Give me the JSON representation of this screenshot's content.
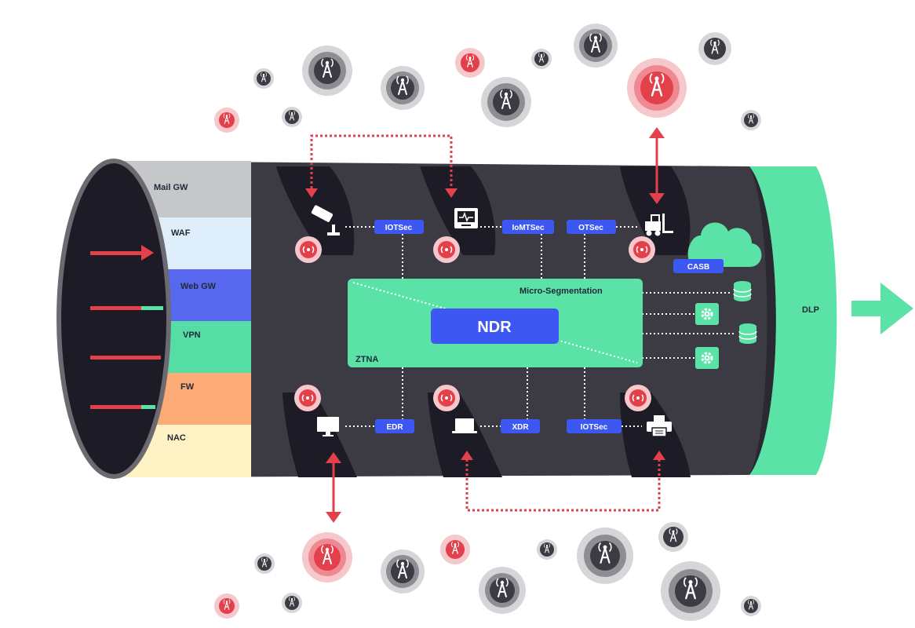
{
  "layers": [
    {
      "label": "Mail GW",
      "color": "#c6c7c9"
    },
    {
      "label": "WAF",
      "color": "#deeefb"
    },
    {
      "label": "Web GW",
      "color": "#5868ee"
    },
    {
      "label": "VPN",
      "color": "#56dda6"
    },
    {
      "label": "FW",
      "color": "#fdab76"
    },
    {
      "label": "NAC",
      "color": "#fff2c4"
    }
  ],
  "core": {
    "title": "NDR",
    "segmentation_label": "Micro-Segmentation",
    "ztna_label": "ZTNA"
  },
  "tags": {
    "iotsec_top": "IOTSec",
    "iomtsec": "IoMTSec",
    "otsec": "OTSec",
    "casb": "CASB",
    "edr": "EDR",
    "xdr": "XDR",
    "iotsec_bottom": "IOTSec"
  },
  "exit_label": "DLP",
  "colors": {
    "tube": "#3c3a43",
    "pocket": "#1d1b26",
    "tag": "#3d57f3",
    "core": "#5be3a7",
    "ndr": "#3d57f3",
    "alert": "#e2404a",
    "dlp": "#5be3a7"
  },
  "icons": {
    "camera": "security-camera-icon",
    "monitor": "medical-monitor-icon",
    "forklift": "forklift-icon",
    "cloud": "cloud-icon",
    "database": "database-icon",
    "gear": "gear-icon",
    "desktop": "desktop-icon",
    "laptop": "laptop-icon",
    "printer": "printer-icon",
    "signal": "broadcast-signal-icon"
  }
}
